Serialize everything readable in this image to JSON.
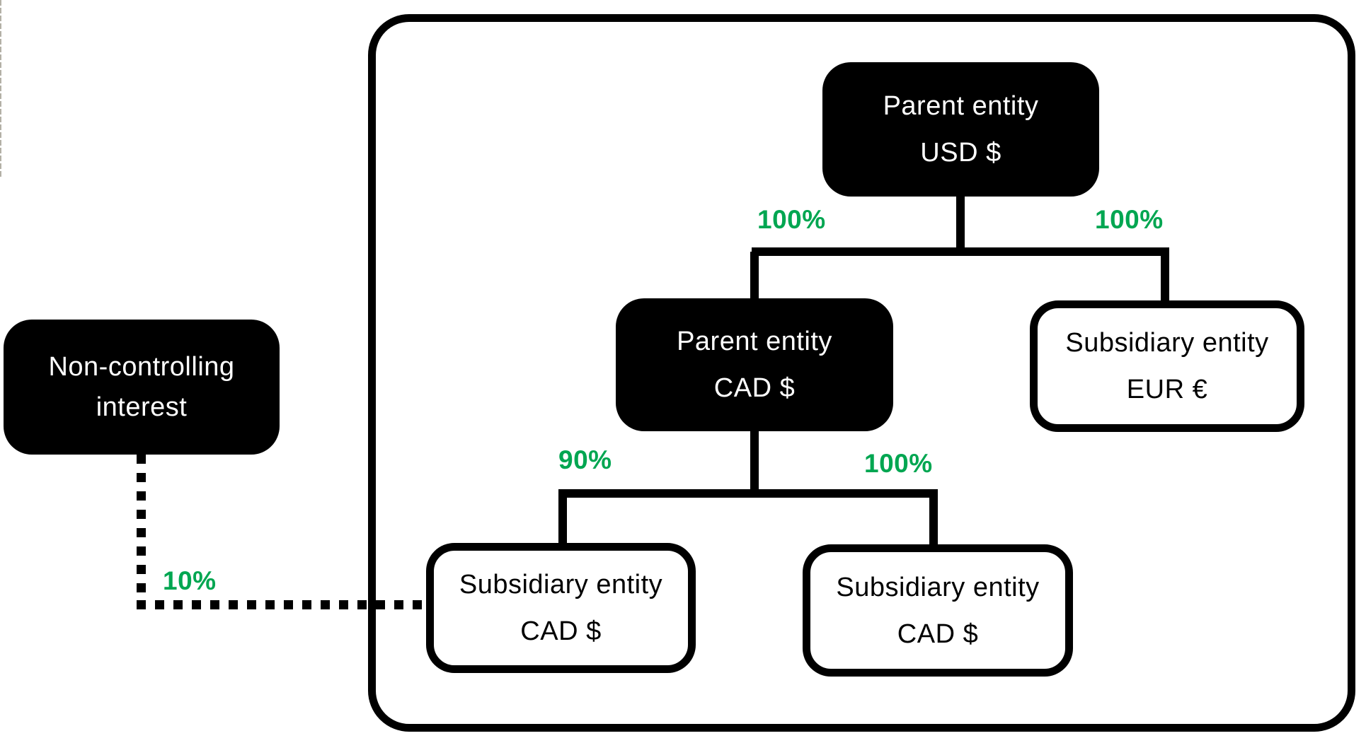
{
  "nodes": {
    "parent_usd": {
      "name": "Parent entity",
      "currency": "USD $"
    },
    "parent_cad": {
      "name": "Parent entity",
      "currency": "CAD $"
    },
    "sub_eur": {
      "name": "Subsidiary entity",
      "currency": "EUR €"
    },
    "sub_cad_left": {
      "name": "Subsidiary entity",
      "currency": "CAD $"
    },
    "sub_cad_right": {
      "name": "Subsidiary entity",
      "currency": "CAD $"
    },
    "nci": {
      "line1": "Non-controlling",
      "line2": "interest"
    }
  },
  "ownership": {
    "usd_to_cad": "100%",
    "usd_to_eur": "100%",
    "cad_to_left_sub": "90%",
    "cad_to_right_sub": "100%",
    "nci_to_left_sub": "10%"
  },
  "colors": {
    "percentage_green": "#00A651",
    "node_fill_black": "#000000",
    "node_text_white": "#FFFFFF",
    "node_fill_white": "#FFFFFF",
    "line_black": "#000000",
    "edge_sliver_gray": "#B3B0A6"
  }
}
